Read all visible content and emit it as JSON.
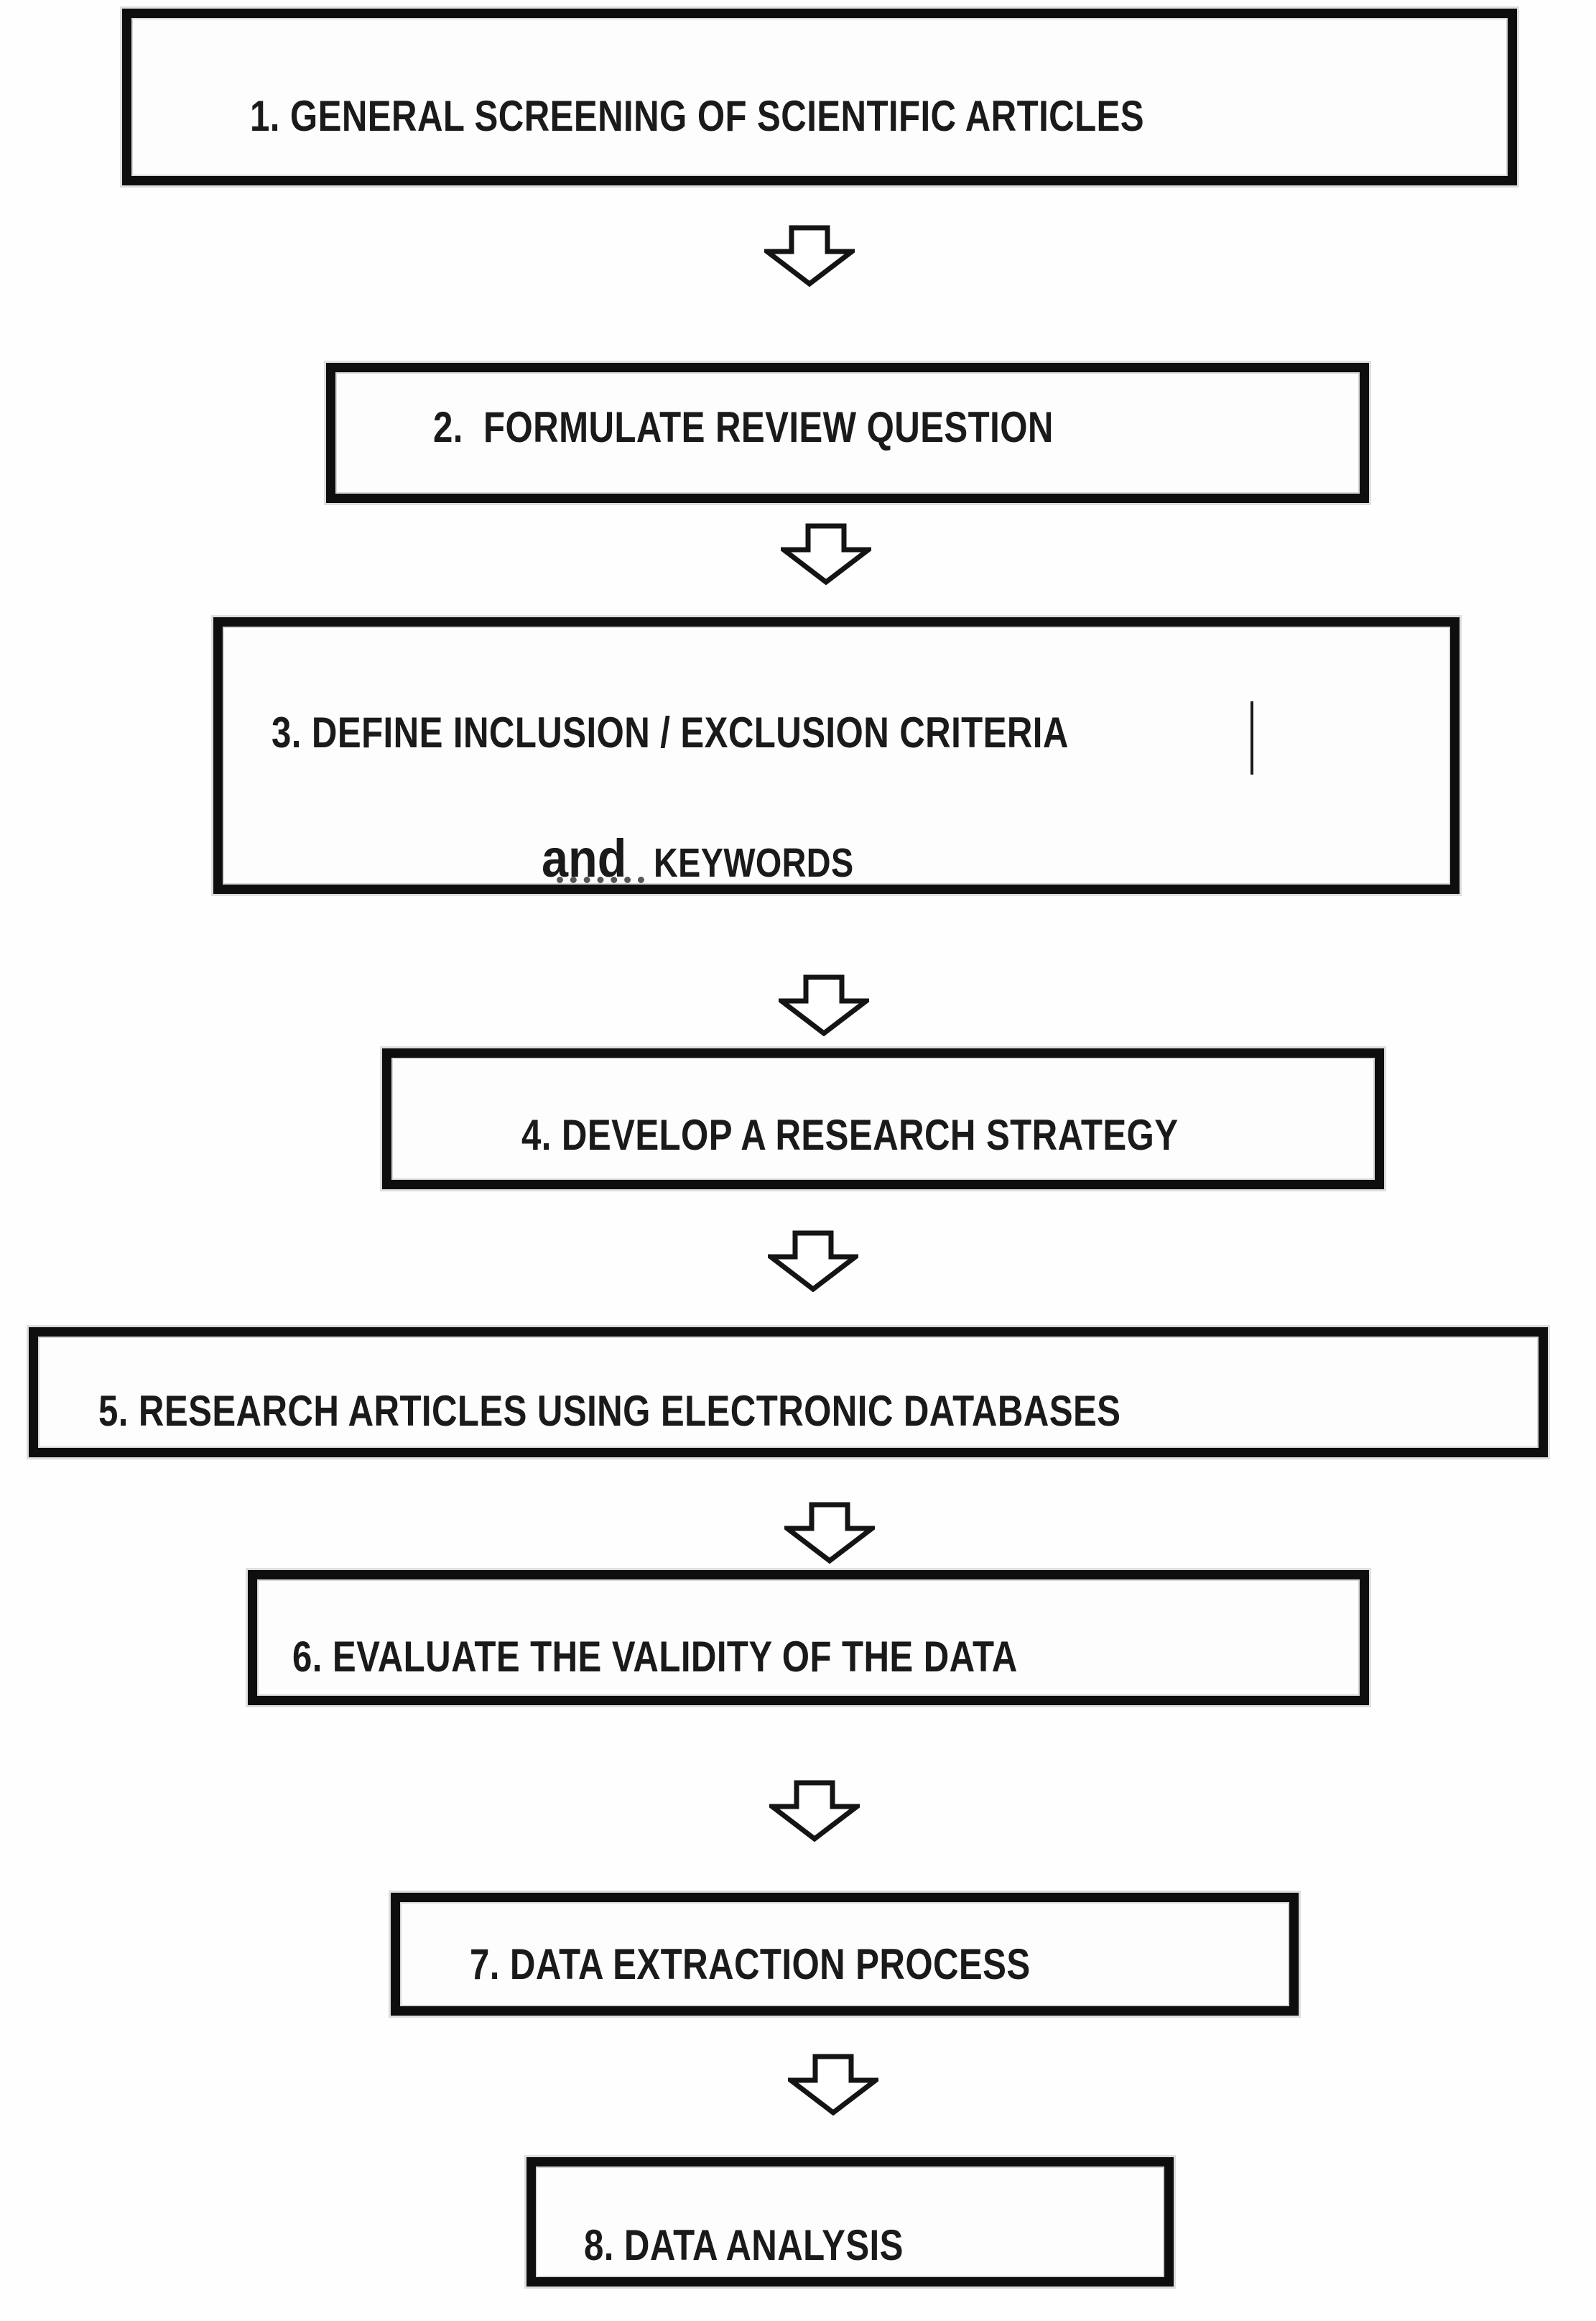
{
  "flowchart": {
    "background_color": "#ffffff",
    "box_border_color": "#0e0e0e",
    "box_fill_color": "#fdfdfd",
    "text_color": "#1a1a1a",
    "connector": {
      "icon": "hollow-down-arrow",
      "count": 7
    },
    "steps": [
      {
        "label": "1. GENERAL SCREENING OF SCIENTIFIC ARTICLES"
      },
      {
        "label": "2.  FORMULATE REVIEW QUESTION"
      },
      {
        "label": "3. DEFINE INCLUSION / EXCLUSION CRITERIA",
        "label_line2_lead": "and",
        "label_line2_caps": "KEYWORDS"
      },
      {
        "label": "4. DEVELOP A RESEARCH STRATEGY"
      },
      {
        "label": "5. RESEARCH ARTICLES USING ELECTRONIC DATABASES"
      },
      {
        "label": "6. EVALUATE THE VALIDITY OF THE DATA"
      },
      {
        "label": "7. DATA EXTRACTION PROCESS"
      },
      {
        "label": "8. DATA ANALYSIS"
      }
    ]
  }
}
